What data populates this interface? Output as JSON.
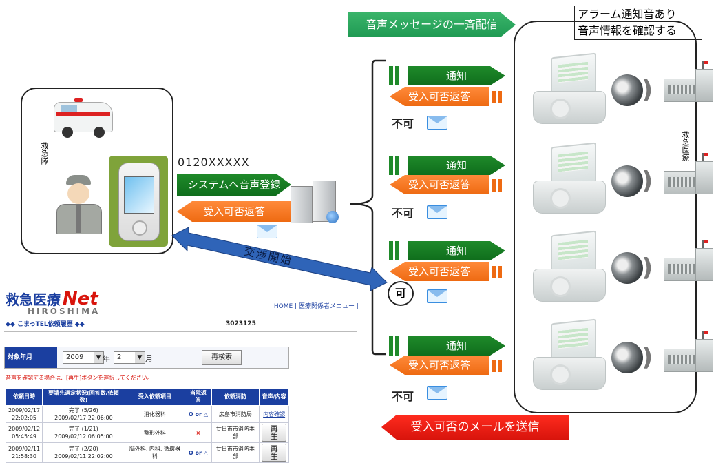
{
  "top_arrow_label": "音声メッセージの一斉配信",
  "alarm_box": {
    "line1": "アラーム通知音あり",
    "line2": "音声情報を確認する"
  },
  "ambulance_label": "救急隊",
  "phone_number": "0120XXXXX",
  "register_label": "システムへ音声登録",
  "reply_label_left": "受入可否返答",
  "negotiation_label": "交渉開始",
  "rows": [
    {
      "notify": "通知",
      "reply": "受入可否返答",
      "status": "不可"
    },
    {
      "notify": "通知",
      "reply": "受入可否返答",
      "status": "不可"
    },
    {
      "notify": "通知",
      "reply": "受入可否返答",
      "status": "可"
    },
    {
      "notify": "通知",
      "reply": "受入可否返答",
      "status": "不可"
    }
  ],
  "hospital_label": "救急医療",
  "bottom_arrow_label": "受入可否のメールを送信",
  "web": {
    "logo_main": "救急医療",
    "logo_net": "Net",
    "logo_sub": "HIROSHIMA",
    "subtitle": "◆◆ こまっTEL依頼履歴 ◆◆",
    "links": "| HOME | 医療関係者メニュー |",
    "id": "3023125",
    "target_label": "対象年月",
    "year": "2009",
    "year_unit": "年",
    "month": "2",
    "month_unit": "月",
    "search_button": "再検索",
    "note": "音声を確認する場合は、[再生]ボタンを運択してください。",
    "headers": [
      "依頼日時",
      "要請先選定状況(回答数/依頼数)",
      "受入依頼項目",
      "当院返答",
      "依頼消防",
      "音声/内容"
    ],
    "rows": [
      {
        "date": "2009/02/17",
        "time": "22:02:05",
        "status": "完了 (5/26)",
        "status2": "2009/02/17 22:06:00",
        "item": "消化器科",
        "reply": "O or △",
        "fire": "広島市消防局",
        "action": "内容確認"
      },
      {
        "date": "2009/02/12",
        "time": "05:45:49",
        "status": "完了 (1/21)",
        "status2": "2009/02/12 06:05:00",
        "item": "整形外科",
        "reply": "×",
        "fire": "廿日市市消防本部",
        "action": "再生"
      },
      {
        "date": "2009/02/11",
        "time": "21:58:30",
        "status": "完了 (2/20)",
        "status2": "2009/02/11 22:02:00",
        "item": "脳外科, 内科, 循環器科",
        "reply": "O or △",
        "fire": "廿日市市消防本部",
        "action": "再生"
      }
    ]
  },
  "colors": {
    "green": "#1f8a2a",
    "orange": "#ee6a12",
    "red": "#d8140c",
    "blue": "#2f64b8"
  }
}
